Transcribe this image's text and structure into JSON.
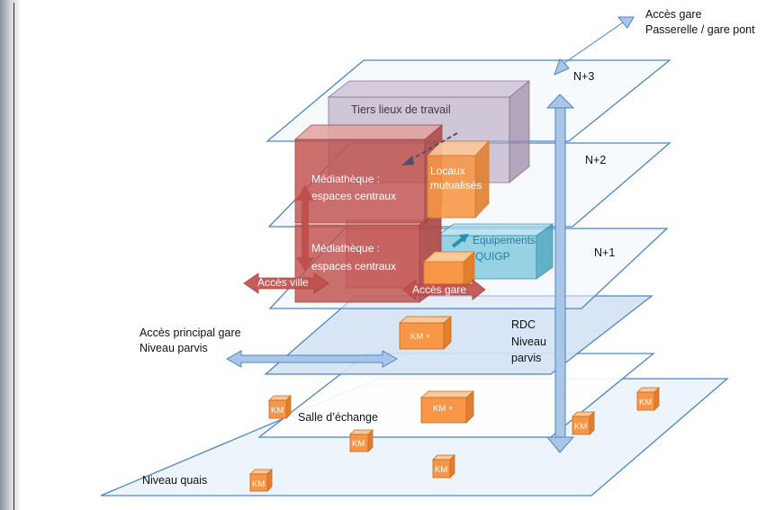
{
  "levels": {
    "n3": "N+3",
    "n2": "N+2",
    "n1": "N+1",
    "rdc_1": "RDC",
    "rdc_2": "Niveau",
    "rdc_3": "parvis",
    "salle": "Salle d’échange",
    "quais": "Niveau quais"
  },
  "top_access": {
    "line1": "Accès gare",
    "line2": "Passerelle / gare pont"
  },
  "main_access": {
    "line1": "Accès principal gare",
    "line2": "Niveau parvis"
  },
  "volumes": {
    "tiers": "Tiers lieux de travail",
    "media_top_1": "Médiathèque :",
    "media_top_2": "espaces centraux",
    "media_bot_1": "Médiathèque :",
    "media_bot_2": "espaces centraux",
    "locaux_1": "Locaux",
    "locaux_2": "mutualisés",
    "equip_1": "Equipements",
    "equip_2": "QUIGP"
  },
  "arrows": {
    "ville": "Accès ville",
    "gare": "Accès gare"
  },
  "km_labels": {
    "km_plus": "KM +",
    "km": "KM"
  },
  "colors": {
    "plane_stroke": "#4a86c6",
    "plane_fill": "#e8f0fa",
    "arrow_blue": "#a9c6e8",
    "red_volume": "#c0504d",
    "orange_volume": "#f79646",
    "purple_volume": "#9c8aa6",
    "teal_volume": "#4bacc6"
  }
}
